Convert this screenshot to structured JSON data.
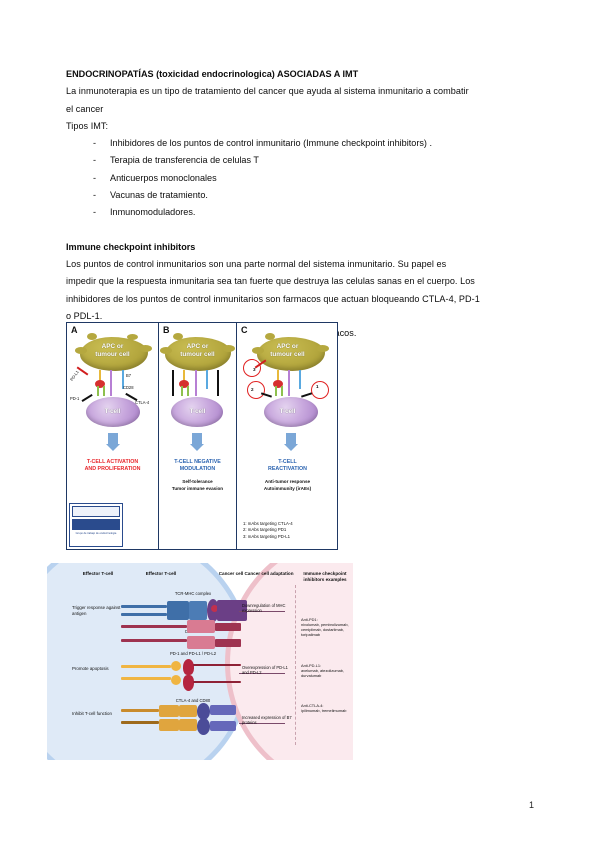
{
  "document": {
    "title": "ENDOCRINOPATÍAS (toxicidad endocrinologica) ASOCIADAS A IMT",
    "intro_line1": "La inmunoterapia es un tipo de tratamiento del cancer que ayuda al sistema inmunitario a combatir",
    "intro_line2": "el cancer",
    "list_heading": "Tipos IMT:",
    "bullets": [
      "Inhibidores de los puntos de control inmunitario (Immune checkpoint inhibitors) .",
      "Terapia de transferencia de celulas T",
      "Anticuerpos monoclonales",
      "Vacunas de tratamiento.",
      "Inmunomoduladores."
    ],
    "section2_heading": "Immune checkpoint inhibitors",
    "section2_line1": "Los puntos de control inmunitarios son una parte normal del sistema inmunitario. Su papel es",
    "section2_line2": "impedir que la respuesta inmunitaria sea tan fuerte que destruya las celulas sanas en el cuerpo. Los",
    "section2_line3": "inhibidores de los puntos de control inmunitarios son farmacos que actuan bloqueando CTLA-4, PD-1",
    "section2_line4": "o PDL-1.",
    "section2_line5": "Actualmente un gran numero de tumores se tratan con estos farmacos.",
    "page_number": "1",
    "bullet_dash": "-"
  },
  "figure1": {
    "panels": [
      {
        "letter": "A",
        "apc_label_line1": "APC or",
        "apc_label_line2": "tumour cell",
        "tcell_label": "T-cell",
        "molecules": [
          "PD-L1",
          "B7",
          "CD28",
          "PD-1",
          "CTLA-4"
        ],
        "outcome_line1": "T-CELL ACTIVATION",
        "outcome_line2": "AND PROLIFERATION",
        "outcome_color": "#e8262b",
        "subtexts": []
      },
      {
        "letter": "B",
        "apc_label_line1": "APC or",
        "apc_label_line2": "tumour cell",
        "tcell_label": "T-cell",
        "molecules": [],
        "outcome_line1": "T-CELL NEGATIVE",
        "outcome_line2": "MODULATION",
        "outcome_color": "#2b63b0",
        "subtexts": [
          "Self-tolerance",
          "Tumor immune evasion"
        ]
      },
      {
        "letter": "C",
        "apc_label_line1": "APC or",
        "apc_label_line2": "tumour cell",
        "tcell_label": "T-cell",
        "molecules": [],
        "outcome_line1": "T-CELL",
        "outcome_line2": "REACTIVATION",
        "outcome_color": "#2b63b0",
        "subtexts": [
          "Anti-tumor response",
          "Autoimmunity (irAEs)"
        ],
        "badges": [
          "1",
          "2",
          "3"
        ],
        "legend": [
          "1: mAbs targeting CTLA-4",
          "2: mAbs targeting PD1",
          "3: mAbs targeting PD-L1"
        ]
      }
    ],
    "logo": {
      "line1": "ENDOCRINO",
      "line2": "SOCIEDAD ESPAÑOLA",
      "line3": "Grupo de trabajo de endocrinologia"
    }
  },
  "figure2": {
    "column_headers": [
      "Effector T-cell",
      "Effector T-cell",
      "Cancer cell",
      "Cancer cell adaptation",
      "Immune checkpoint inhibitors examples"
    ],
    "row_labels": [
      "Trigger response against antigen",
      "Promote apoptosis",
      "Inhibit T-cell function"
    ],
    "molecule_labels": [
      "TCR-MHC complex",
      "CD1",
      "PD-1 and PD-L1 / PD-L2",
      "CTLA-4 and CD80"
    ],
    "adaptations": [
      "Downregulation of MHC expression",
      "Overexpression of PD-L1 and PD-L2",
      "Increased expression of B7 proteins"
    ],
    "drug_groups": [
      {
        "title": "Anti-PD1:",
        "drugs": "nivolumab, pembrolizumab, cemiplimab, dostarlimab, toripalimab"
      },
      {
        "title": "Anti-PD-L1:",
        "drugs": "avelumab, atezolizumab, durvalumab"
      },
      {
        "title": "Anti-CTLA-4:",
        "drugs": "ipilimumab, tremelimumab"
      }
    ]
  },
  "colors": {
    "apc": "#b5a83f",
    "tcell": "#b98fd4",
    "arrow": "#7ba7d7",
    "red": "#e8262b",
    "blue": "#2b63b0",
    "left_cell": "#dfeaf7",
    "right_cell": "#fbeaee"
  }
}
